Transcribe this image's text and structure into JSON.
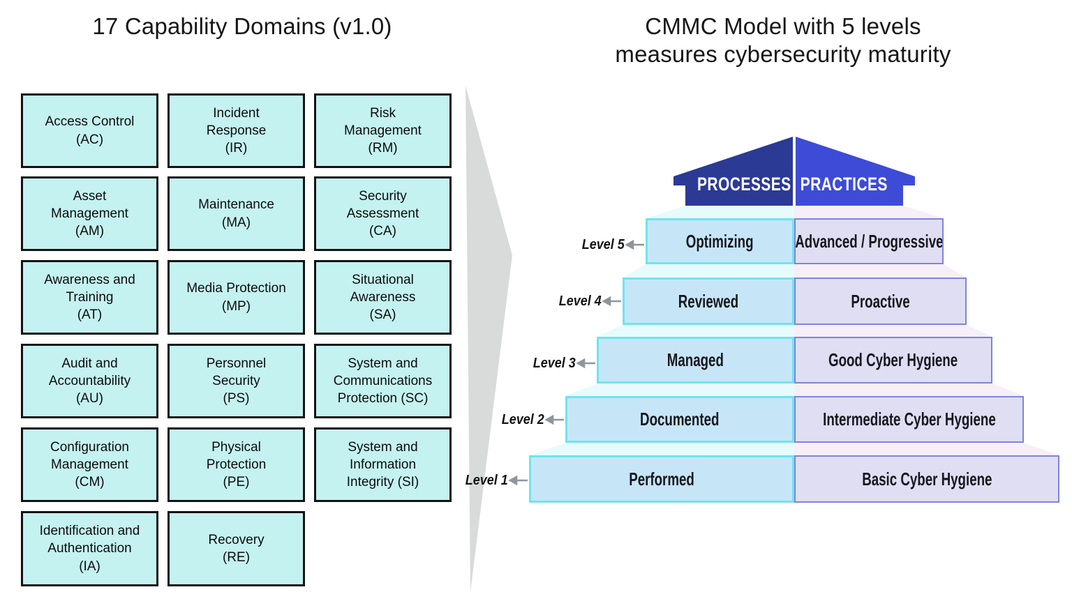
{
  "left_panel": {
    "title": "17 Capability Domains (v1.0)",
    "domains": [
      "Access Control\n(AC)",
      "Incident\nResponse\n(IR)",
      "Risk\nManagement\n(RM)",
      "Asset\nManagement\n(AM)",
      "Maintenance\n(MA)",
      "Security\nAssessment\n(CA)",
      "Awareness and\nTraining\n(AT)",
      "Media Protection\n(MP)",
      "Situational\nAwareness\n(SA)",
      "Audit and\nAccountability\n(AU)",
      "Personnel\nSecurity\n(PS)",
      "System and\nCommunications\nProtection (SC)",
      "Configuration\nManagement\n(CM)",
      "Physical\nProtection\n(PE)",
      "System and\nInformation\nIntegrity (SI)",
      "Identification and\nAuthentication\n(IA)",
      "Recovery\n(RE)"
    ]
  },
  "right_panel": {
    "title": "CMMC Model with 5 levels\nmeasures cybersecurity maturity",
    "roof": {
      "processes": "PROCESSES",
      "practices": "PRACTICES"
    },
    "levels": [
      {
        "label": "Level 5",
        "process": "Optimizing",
        "practice": "Advanced / Progressive"
      },
      {
        "label": "Level 4",
        "process": "Reviewed",
        "practice": "Proactive"
      },
      {
        "label": "Level 3",
        "process": "Managed",
        "practice": "Good Cyber Hygiene"
      },
      {
        "label": "Level 2",
        "process": "Documented",
        "practice": "Intermediate Cyber Hygiene"
      },
      {
        "label": "Level 1",
        "process": "Performed",
        "practice": "Basic Cyber Hygiene"
      }
    ]
  },
  "colors": {
    "domain_box_fill": "#c4f2f0",
    "domain_box_border": "#121212",
    "roof_processes": "#2b3a94",
    "roof_practices": "#3e4bd6",
    "process_fill": "#c6e6f7",
    "process_border": "#6fe4f0",
    "process_top_face": "#e8fbfc",
    "practice_fill": "#dfdef3",
    "practice_border": "#7e84da",
    "practice_top_face": "#f7eff8",
    "transition_arrow_gray": "#d8dbda",
    "callout_arrow_gray": "#8f969b"
  }
}
